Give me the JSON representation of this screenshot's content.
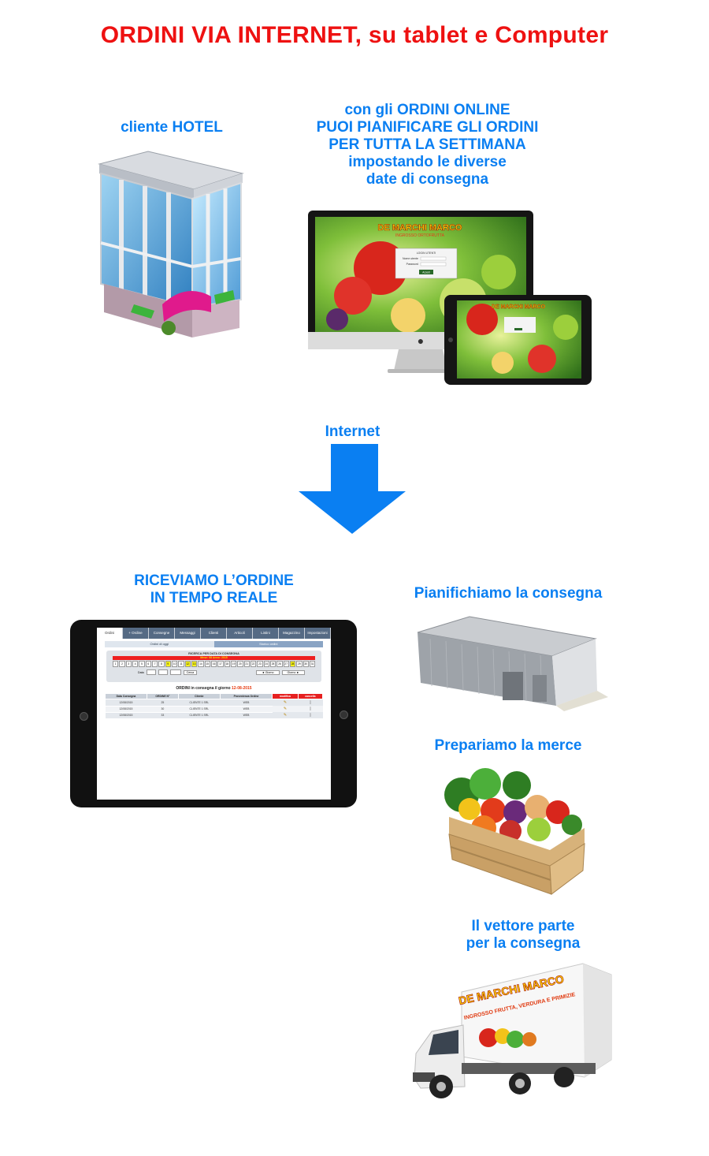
{
  "title": "ORDINI VIA INTERNET, su tablet e Computer",
  "hotel_label": "cliente HOTEL",
  "online_text": [
    "con gli ORDINI ONLINE",
    "PUOI PIANIFICARE GLI ORDINI",
    "PER TUTTA LA SETTIMANA",
    "impostando le diverse",
    "date di consegna"
  ],
  "internet_label": "Internet",
  "receive_text": [
    "RICEVIAMO L’ORDINE",
    "IN TEMPO REALE"
  ],
  "plan_label": "Pianifichiamo la consegna",
  "prepare_label": "Prepariamo la merce",
  "carrier_text": [
    "Il vettore parte",
    "per la consegna"
  ],
  "screen_brand": "DE MARCHI MARCO",
  "screen_brand_sub": "INGROSSO ORTOFRUTTA",
  "login": {
    "title": "LOGIN UTENTI",
    "user": "Nome utente",
    "pass": "Password",
    "btn": "Accedi"
  },
  "truck": {
    "brand": "DE MARCHI MARCO",
    "sub": "INGROSSO FRUTTA, VERDURA E PRIMIZIE"
  },
  "app": {
    "tabs": [
      "Ordini",
      "+ Ordine",
      "Consegne",
      "Messaggi",
      "Clienti",
      "Articoli",
      "Listini",
      "Magazzino",
      "Impostazioni"
    ],
    "subtabs": [
      "Ordini di oggi",
      "Storico ordini"
    ],
    "search_title": "RICERCA PER DATA DI CONSEGNA",
    "month_year": "Mese: 08     Anno: 2015",
    "days": [
      "1",
      "2",
      "3",
      "4",
      "5",
      "6",
      "7",
      "8",
      "9",
      "10",
      "11",
      "12",
      "13",
      "14",
      "15",
      "16",
      "17",
      "18",
      "19",
      "20",
      "21",
      "22",
      "23",
      "24",
      "25",
      "26",
      "27",
      "28",
      "29",
      "30",
      "31"
    ],
    "date_label": "Data",
    "search_btn": "Cerca",
    "prev_btn": "◄ Giorno",
    "next_btn": "Giorno ►",
    "orders_heading": "ORDINI in consegna il giorno",
    "orders_date": "12-08-2015",
    "columns": [
      "Data Consegna",
      "ORDINE N°",
      "Cliente",
      "Provenienza Ordine",
      "modifica",
      "cancella"
    ],
    "rows": [
      [
        "12/08/2015",
        "25",
        "CLIENTE 1 SRL",
        "WEB"
      ],
      [
        "12/08/2015",
        "30",
        "CLIENTE 1 SRL",
        "WEB"
      ],
      [
        "12/08/2015",
        "33",
        "CLIENTE 1 SRL",
        "WEB"
      ]
    ]
  },
  "colors": {
    "title": "#ee1111",
    "text": "#0a7ff2",
    "arrow": "#0a7ff2"
  }
}
